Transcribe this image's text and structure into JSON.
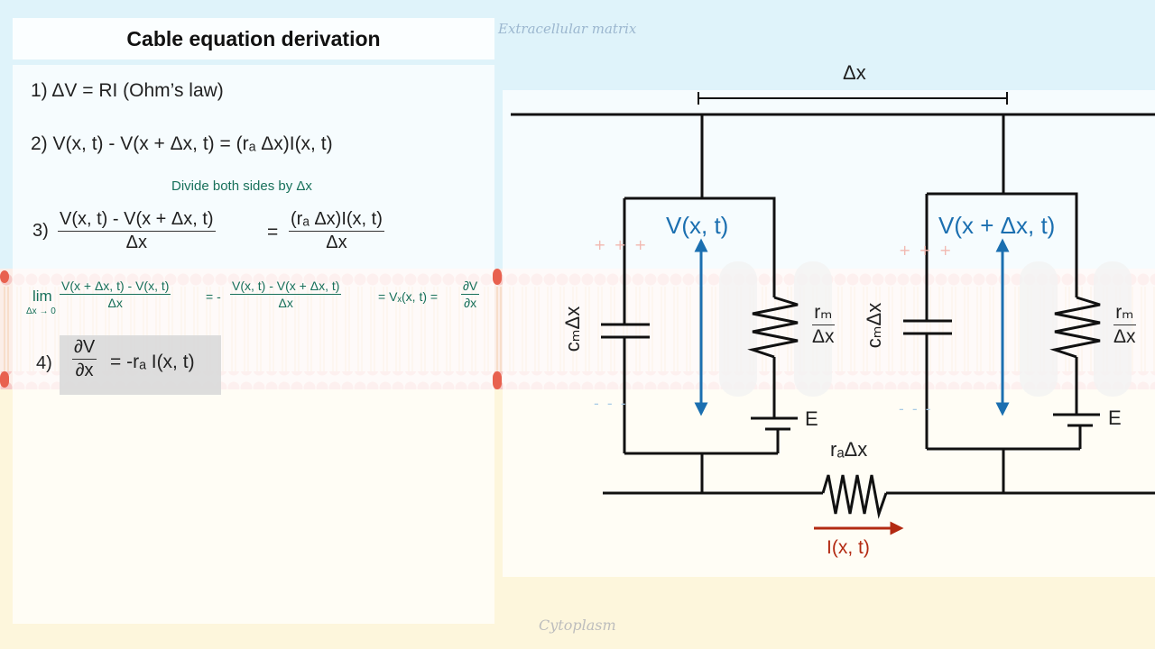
{
  "title": "Cable equation derivation",
  "labels": {
    "extracellular": "Extracellular matrix",
    "cytoplasm": "Cytoplasm"
  },
  "equations": {
    "eq1": {
      "num": "1)",
      "text": "ΔV = RI (Ohm’s law)"
    },
    "eq2": {
      "num": "2)",
      "text": "V(x, t) - V(x + Δx, t) = (rₐ Δx)I(x, t)"
    },
    "divide_note": "Divide both sides by Δx",
    "eq3": {
      "num": "3)",
      "lhs_top": "V(x, t) - V(x + Δx, t)",
      "lhs_bot": "Δx",
      "equals": "=",
      "rhs_top": "(rₐ Δx)I(x, t)",
      "rhs_bot": "Δx"
    },
    "limit": {
      "lim": "lim",
      "sub": "Δx → 0",
      "f1_top": "V(x + Δx, t) - V(x, t)",
      "f1_bot": "Δx",
      "mid": "= -",
      "f2_top": "V(x, t) - V(x + Δx, t)",
      "f2_bot": "Δx",
      "eq_vx": "= Vₓ(x, t) =",
      "f3_top": "∂V",
      "f3_bot": "∂x"
    },
    "eq4": {
      "num": "4)",
      "top": "∂V",
      "bot": "∂x",
      "rhs": "= -rₐ I(x, t)"
    }
  },
  "circuit": {
    "dx_label": "Δx",
    "v1": "V(x, t)",
    "v2": "V(x + Δx, t)",
    "cap_label": "cₘΔx",
    "rm_top": "rₘ",
    "rm_bot": "Δx",
    "battery_label": "E",
    "ra_label": "rₐΔx",
    "current_label": "I(x, t)",
    "plus_marks": "+ + +",
    "minus_marks": "- - -"
  },
  "colors": {
    "sky": "#dff3fa",
    "cream": "#fdf6dc",
    "membrane_head": "#f6c9c6",
    "voltage_blue": "#1b6fb0",
    "current_red": "#b32a12",
    "note_green": "#17705a"
  }
}
